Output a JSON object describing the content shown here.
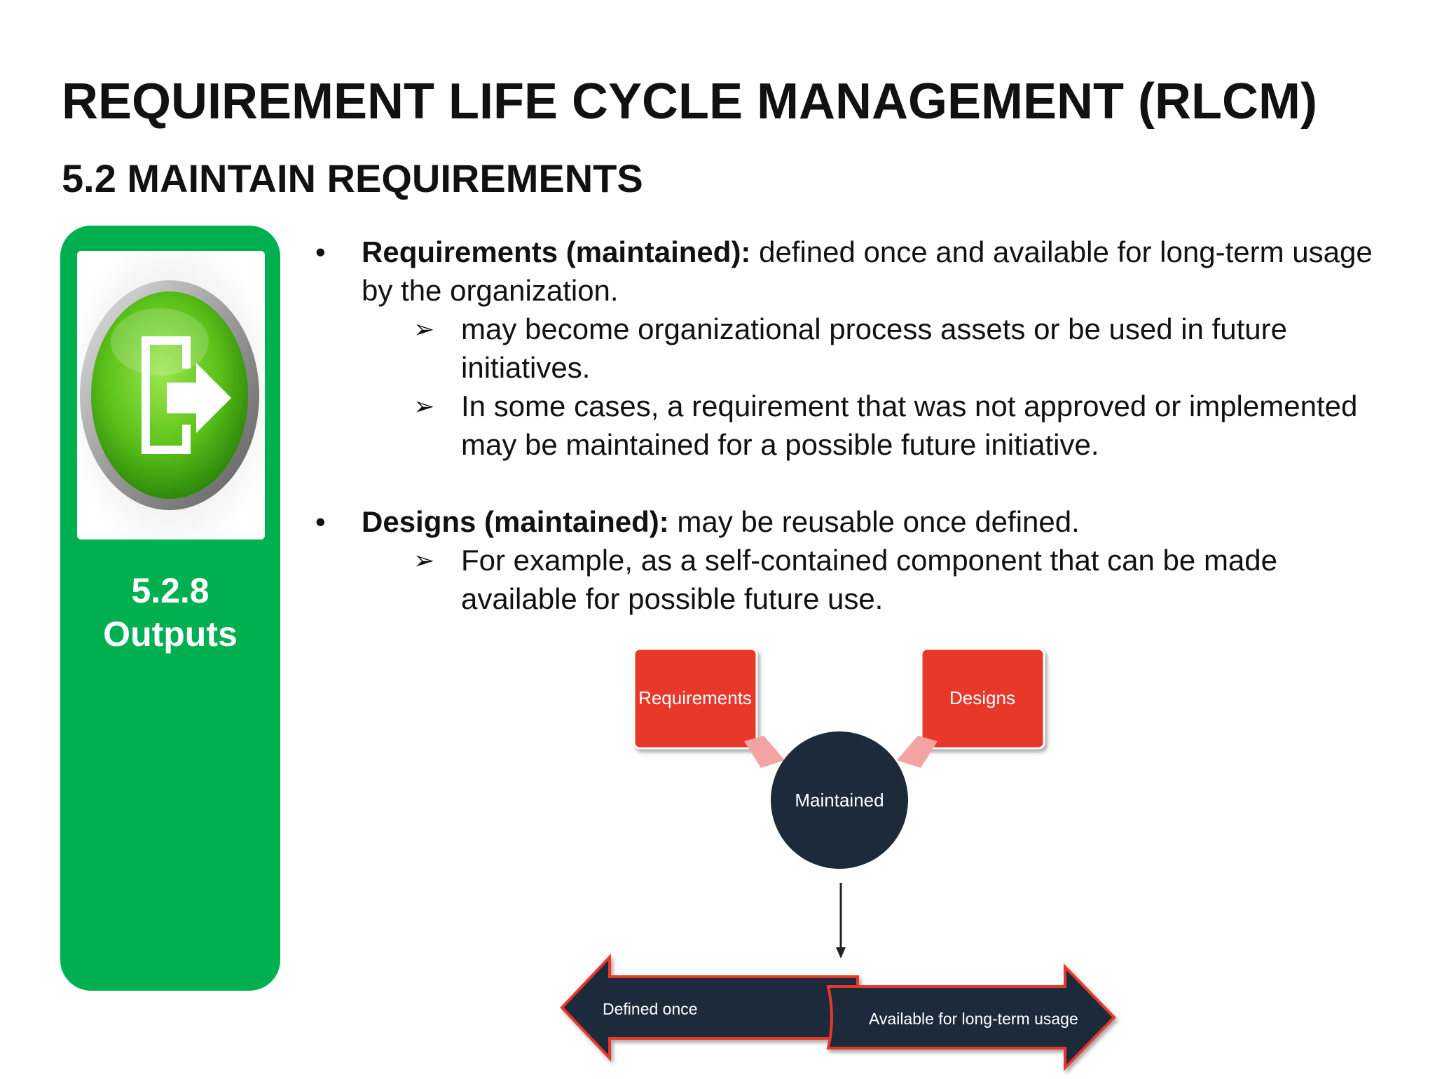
{
  "slide": {
    "title": "REQUIREMENT LIFE CYCLE MANAGEMENT (RLCM)",
    "subtitle": "5.2 MAINTAIN REQUIREMENTS"
  },
  "side_panel": {
    "number": "5.2.8",
    "label": "Outputs",
    "icon": "exit-arrow-icon",
    "color": "#00b050"
  },
  "bullets": [
    {
      "marker": "•",
      "term": "Requirements (maintained):",
      "text": " defined once and available for long-term usage by the organization.",
      "sub": [
        {
          "marker": "➢",
          "text": "may become organizational process assets or be used in future initiatives."
        },
        {
          "marker": "➢",
          "text": "In some cases, a requirement that was not approved or implemented may be maintained for a possible future initiative."
        }
      ]
    },
    {
      "marker": "•",
      "term": "Designs (maintained):",
      "text": " may be reusable once defined.",
      "sub": [
        {
          "marker": "➢",
          "text": "For example, as a self-contained component that can be made available for possible future use."
        }
      ]
    }
  ],
  "diagram": {
    "box_left": "Requirements",
    "box_right": "Designs",
    "circle": "Maintained",
    "arrow_left": "Defined once",
    "arrow_right": "Available for long-term usage",
    "colors": {
      "box": "#e8372b",
      "dark": "#1c2a3a",
      "accent_arrow": "#f4a3a3"
    }
  }
}
